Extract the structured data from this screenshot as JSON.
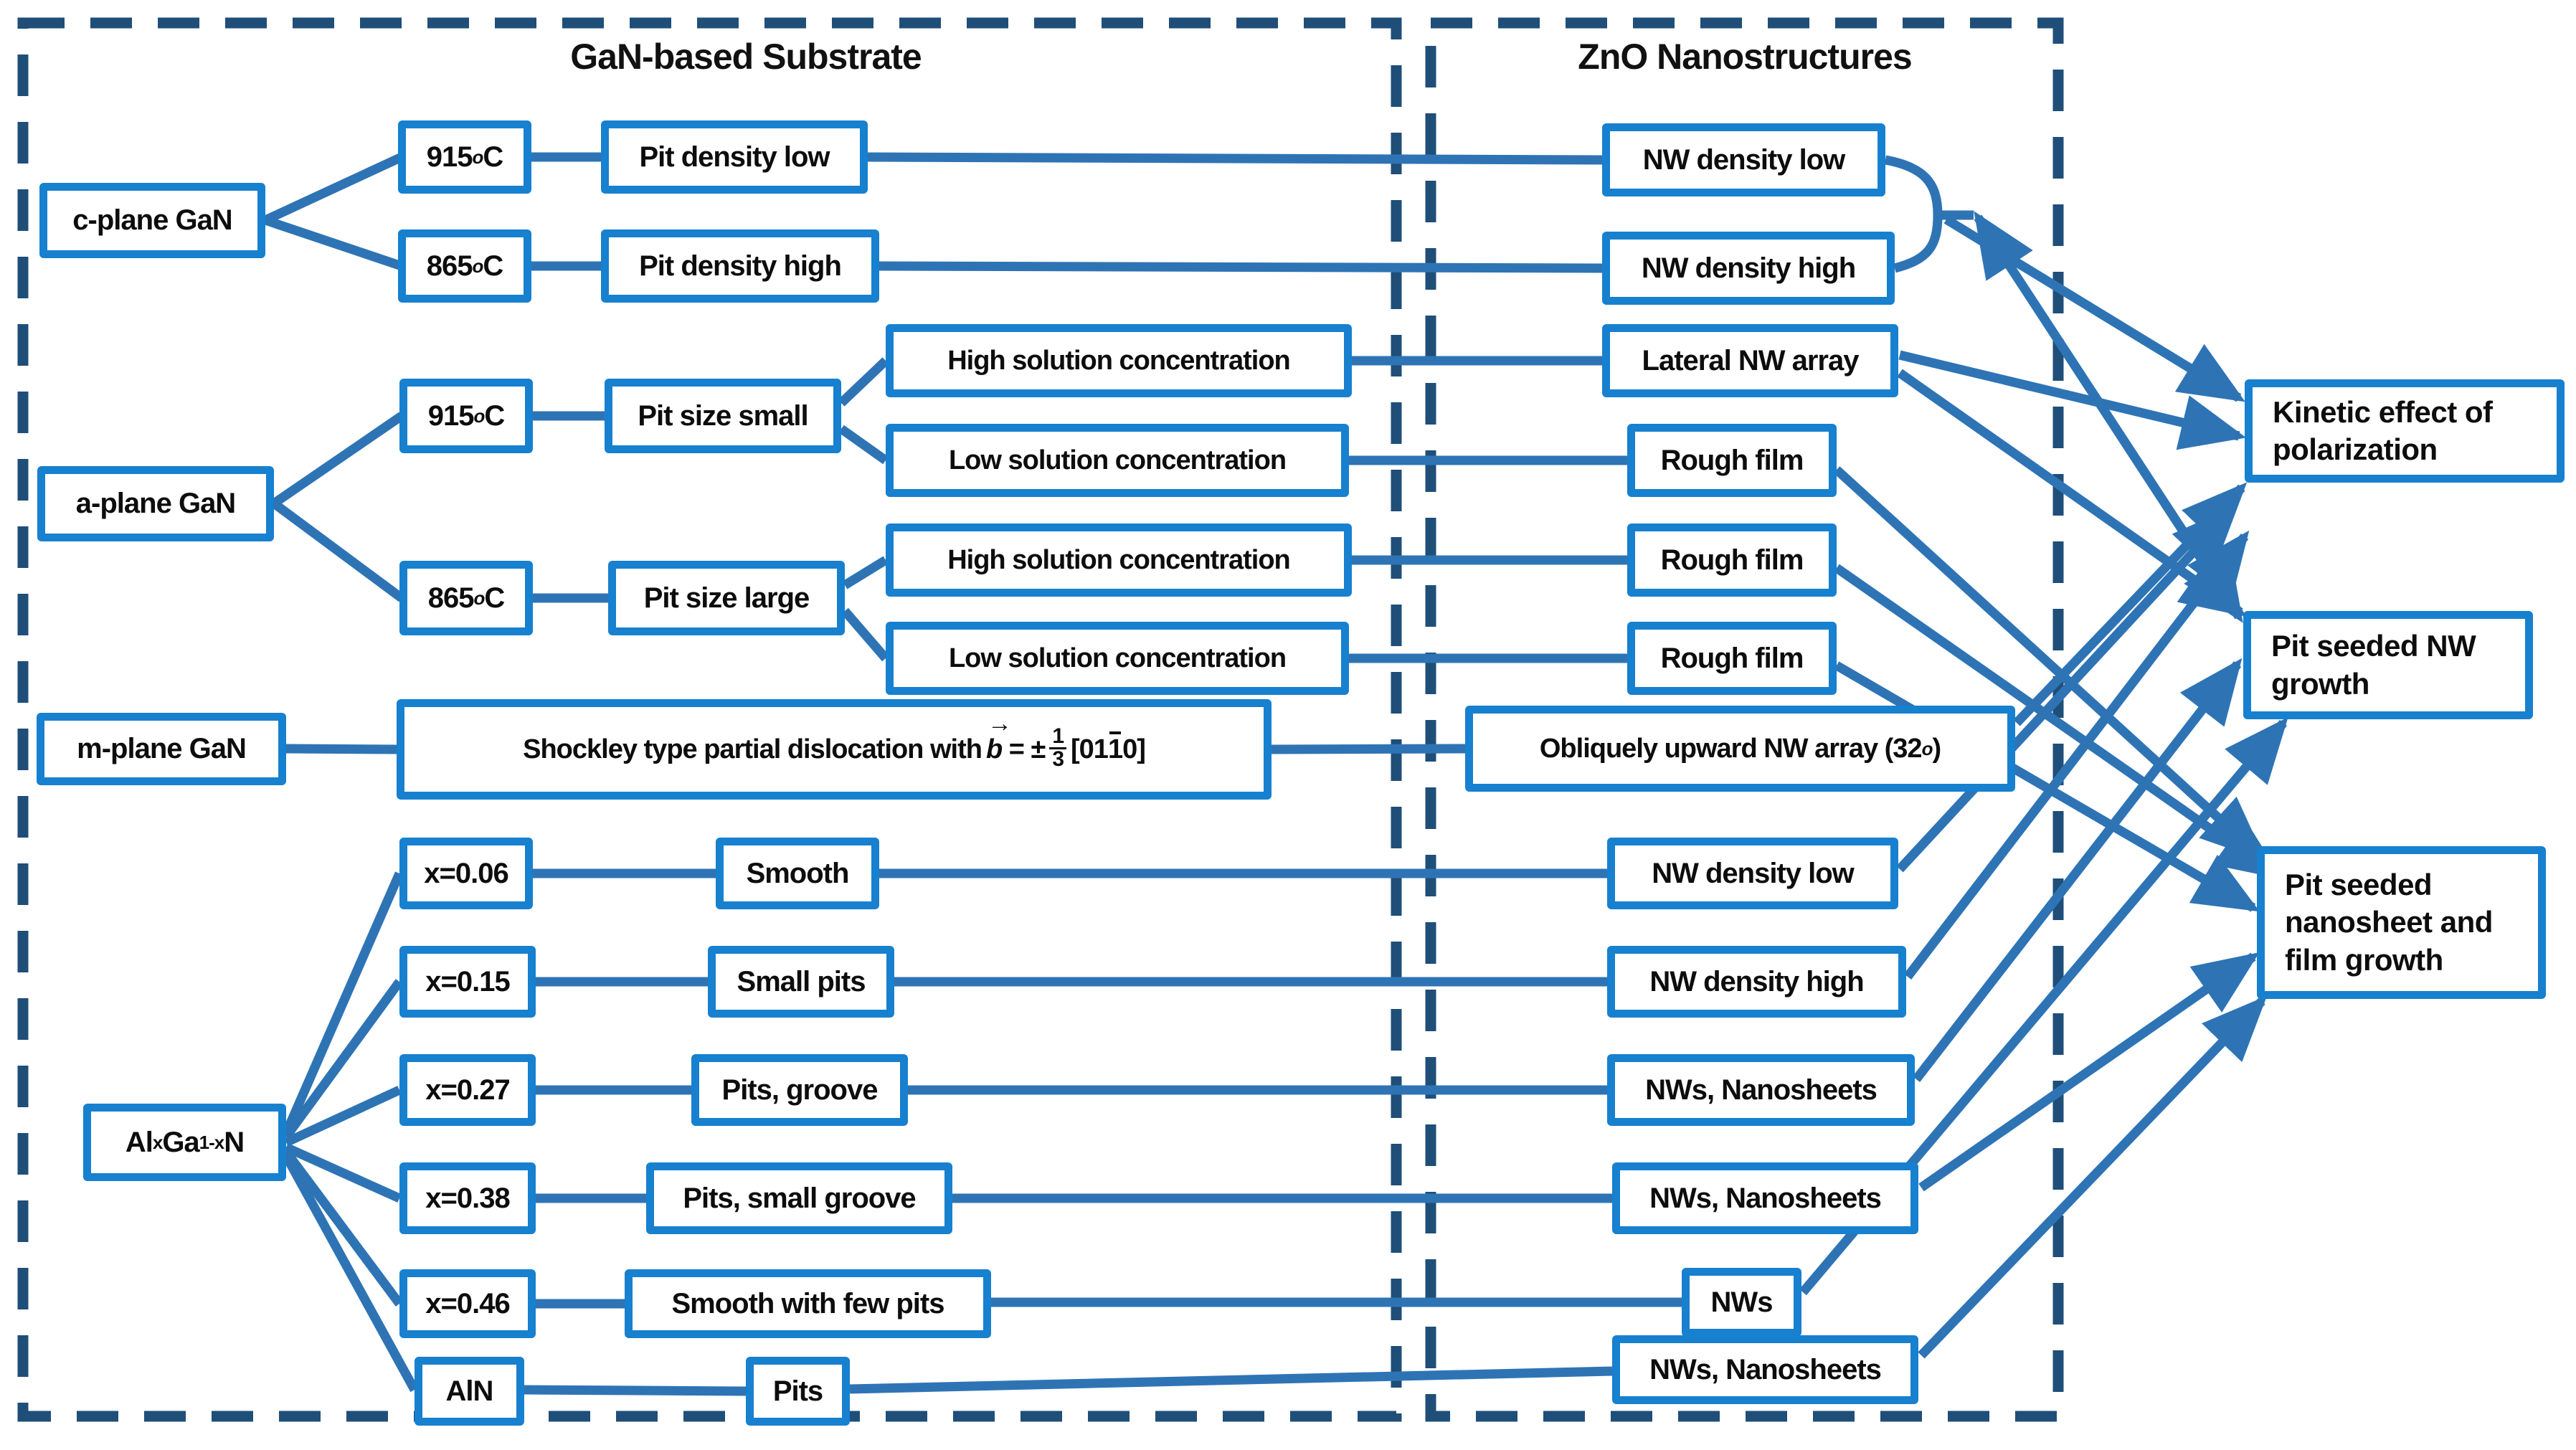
{
  "regions": {
    "substrate": {
      "title": "GaN-based Substrate"
    },
    "zno": {
      "title": "ZnO Nanostructures"
    }
  },
  "colors": {
    "box_border": "#1780cf",
    "connector": "#2e74b5",
    "dashed_border": "#1f4e79",
    "text": "#0d0d0d",
    "background": "#ffffff"
  },
  "nodes": {
    "c_plane": {
      "label": "c-plane GaN"
    },
    "a_plane": {
      "label": "a-plane GaN"
    },
    "m_plane": {
      "label": "m-plane GaN"
    },
    "t915": {
      "num": "915",
      "deg": "o",
      "unit": "C"
    },
    "t865": {
      "num": "865",
      "deg": "o",
      "unit": "C"
    },
    "pit_density_low": {
      "label": "Pit density low"
    },
    "pit_density_high": {
      "label": "Pit density high"
    },
    "pit_size_small": {
      "label": "Pit size small"
    },
    "pit_size_large": {
      "label": "Pit size large"
    },
    "high_conc": {
      "label": "High solution concentration"
    },
    "low_conc": {
      "label": "Low solution concentration"
    },
    "shockley": {
      "prefix": "Shockley type partial dislocation with",
      "b": "b",
      "arrow": "→",
      "eq": "= ±",
      "num": "1",
      "den": "3",
      "br1": "[01",
      "barred": "1",
      "br2": "0]"
    },
    "alxga": {
      "p1": "Al",
      "s1": "x",
      "p2": "Ga",
      "s2": "1-x",
      "p3": "N"
    },
    "x006": {
      "label": "x=0.06"
    },
    "x015": {
      "label": "x=0.15"
    },
    "x027": {
      "label": "x=0.27"
    },
    "x038": {
      "label": "x=0.38"
    },
    "x046": {
      "label": "x=0.46"
    },
    "aln": {
      "label": "AlN"
    },
    "smooth": {
      "label": "Smooth"
    },
    "small_pits": {
      "label": "Small pits"
    },
    "pits_groove": {
      "label": "Pits, groove"
    },
    "pits_small_groove": {
      "label": "Pits, small groove"
    },
    "smooth_few_pits": {
      "label": "Smooth with few pits"
    },
    "pits": {
      "label": "Pits"
    },
    "nw_density_low": {
      "label": "NW density low"
    },
    "nw_density_high": {
      "label": "NW density high"
    },
    "lateral_nw": {
      "label": "Lateral NW array"
    },
    "rough_film": {
      "label": "Rough film"
    },
    "oblique": {
      "label": "Obliquely upward NW array (32",
      "sup": "o",
      "close": ")"
    },
    "nws_nanosheets": {
      "label": "NWs, Nanosheets"
    },
    "nws": {
      "label": "NWs"
    }
  },
  "outcomes": {
    "kinetic": {
      "label": "Kinetic effect of polarization"
    },
    "pit_nw": {
      "label": "Pit seeded NW growth"
    },
    "pit_nanosheet": {
      "label": "Pit seeded nanosheet and film growth"
    }
  },
  "edges": [
    [
      "c_plane",
      "915C"
    ],
    [
      "c_plane",
      "865C"
    ],
    [
      "915C",
      "pit_density_low"
    ],
    [
      "865C",
      "pit_density_high"
    ],
    [
      "pit_density_low",
      "nw_density_low_c"
    ],
    [
      "pit_density_high",
      "nw_density_high_c"
    ],
    [
      "a_plane",
      "915C_b"
    ],
    [
      "a_plane",
      "865C_b"
    ],
    [
      "915C_b",
      "pit_size_small"
    ],
    [
      "865C_b",
      "pit_size_large"
    ],
    [
      "pit_size_small",
      "high_conc_1"
    ],
    [
      "pit_size_small",
      "low_conc_1"
    ],
    [
      "pit_size_large",
      "high_conc_2"
    ],
    [
      "pit_size_large",
      "low_conc_2"
    ],
    [
      "high_conc_1",
      "lateral_nw"
    ],
    [
      "low_conc_1",
      "rough_film_1"
    ],
    [
      "high_conc_2",
      "rough_film_2"
    ],
    [
      "low_conc_2",
      "rough_film_3"
    ],
    [
      "m_plane",
      "shockley"
    ],
    [
      "shockley",
      "oblique"
    ],
    [
      "alxga",
      "x006"
    ],
    [
      "alxga",
      "x015"
    ],
    [
      "alxga",
      "x027"
    ],
    [
      "alxga",
      "x038"
    ],
    [
      "alxga",
      "x046"
    ],
    [
      "alxga",
      "aln"
    ],
    [
      "x006",
      "smooth"
    ],
    [
      "smooth",
      "nw_density_low_al"
    ],
    [
      "x015",
      "small_pits"
    ],
    [
      "small_pits",
      "nw_density_high_al"
    ],
    [
      "x027",
      "pits_groove"
    ],
    [
      "pits_groove",
      "nws_nanosheets_1"
    ],
    [
      "x038",
      "pits_small_groove"
    ],
    [
      "pits_small_groove",
      "nws_nanosheets_2"
    ],
    [
      "x046",
      "smooth_few_pits"
    ],
    [
      "smooth_few_pits",
      "nws"
    ],
    [
      "aln",
      "pits"
    ],
    [
      "pits",
      "nws_nanosheets_3"
    ],
    [
      "nw_density_brace_c",
      "kinetic"
    ],
    [
      "nw_density_brace_c",
      "pit_nw"
    ],
    [
      "lateral_nw",
      "kinetic"
    ],
    [
      "lateral_nw",
      "pit_nw"
    ],
    [
      "oblique",
      "kinetic"
    ],
    [
      "nw_density_low_al",
      "kinetic"
    ],
    [
      "nw_density_high_al",
      "kinetic"
    ],
    [
      "rough_film_1",
      "pit_nanosheet"
    ],
    [
      "rough_film_2",
      "pit_nanosheet"
    ],
    [
      "rough_film_3",
      "pit_nanosheet"
    ],
    [
      "nws_nanosheets_1",
      "pit_nw"
    ],
    [
      "nws",
      "pit_nw"
    ],
    [
      "nws_nanosheets_2",
      "pit_nanosheet"
    ],
    [
      "nws_nanosheets_3",
      "pit_nanosheet"
    ]
  ]
}
